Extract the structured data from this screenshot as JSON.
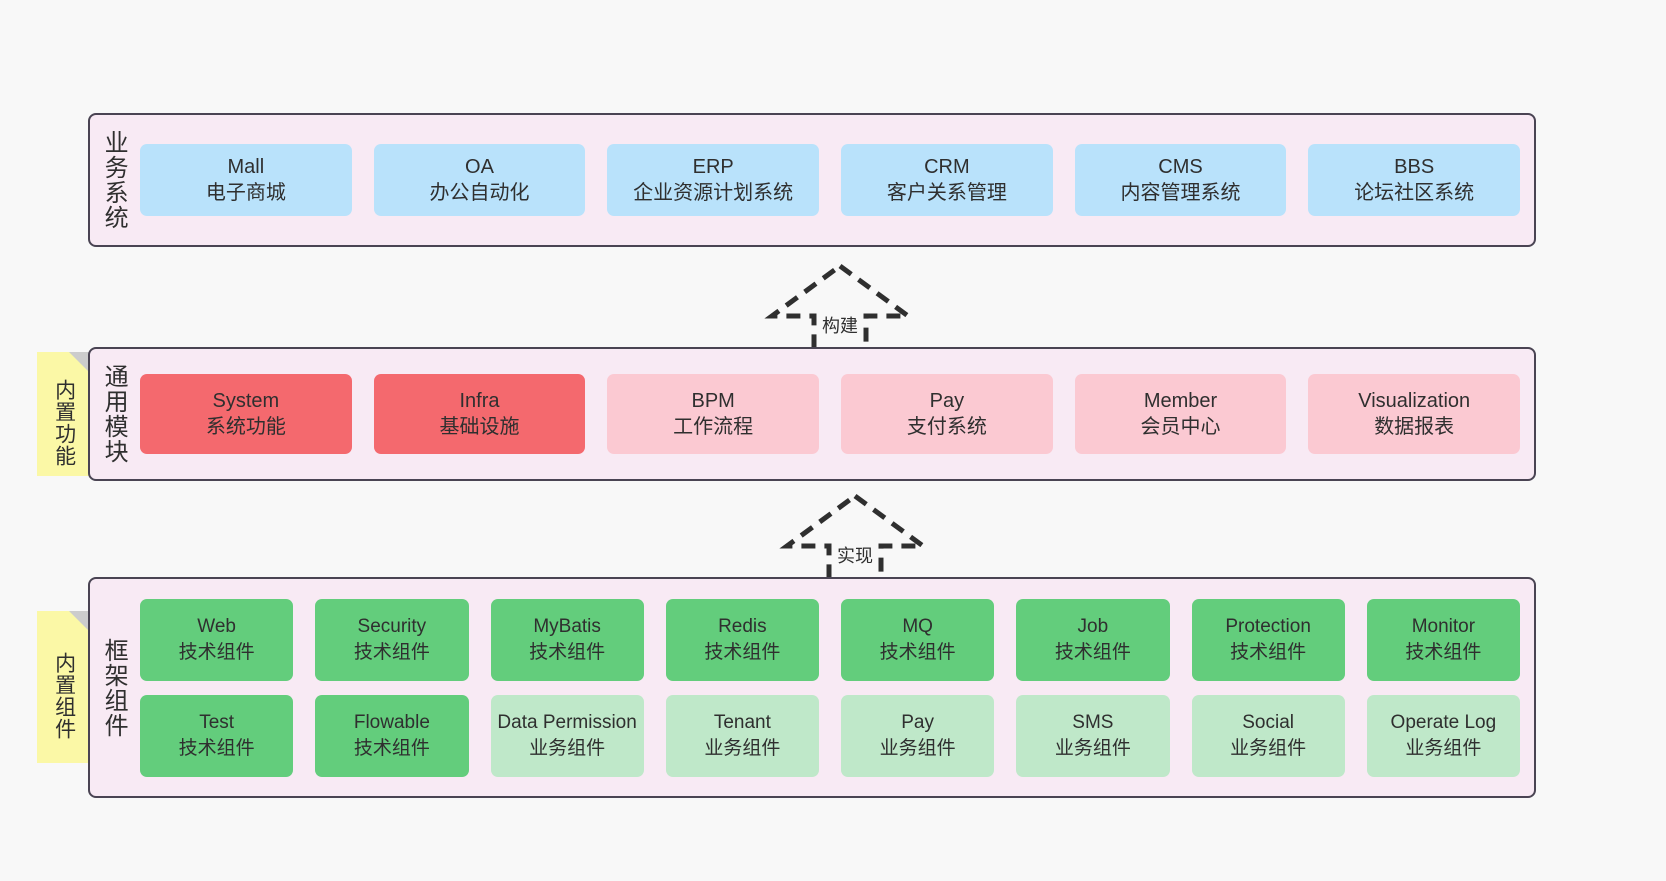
{
  "diagram": {
    "title": "",
    "background_color": "#f8f8f8",
    "panel_background": "#f8eaf4",
    "panel_border": "#4a4453",
    "note_color": "#fbf8a6",
    "colors": {
      "business_card": "#b9e2fb",
      "core_module": "#f4696e",
      "optional_module": "#fbc9d2",
      "tech_component": "#63cd7c",
      "business_component": "#bfe8c9"
    }
  },
  "layers": {
    "business": {
      "title": "业务系统",
      "cards": [
        {
          "name": "Mall",
          "desc": "电子商城"
        },
        {
          "name": "OA",
          "desc": "办公自动化"
        },
        {
          "name": "ERP",
          "desc": "企业资源计划系统"
        },
        {
          "name": "CRM",
          "desc": "客户关系管理"
        },
        {
          "name": "CMS",
          "desc": "内容管理系统"
        },
        {
          "name": "BBS",
          "desc": "论坛社区系统"
        }
      ]
    },
    "common": {
      "title": "通用模块",
      "note": "内置功能",
      "cards": [
        {
          "name": "System",
          "desc": "系统功能",
          "variant": "c-red"
        },
        {
          "name": "Infra",
          "desc": "基础设施",
          "variant": "c-red"
        },
        {
          "name": "BPM",
          "desc": "工作流程",
          "variant": "c-pink"
        },
        {
          "name": "Pay",
          "desc": "支付系统",
          "variant": "c-pink"
        },
        {
          "name": "Member",
          "desc": "会员中心",
          "variant": "c-pink"
        },
        {
          "name": "Visualization",
          "desc": "数据报表",
          "variant": "c-pink"
        }
      ]
    },
    "framework": {
      "title": "框架组件",
      "note": "内置组件",
      "row1": [
        {
          "name": "Web",
          "desc": "技术组件"
        },
        {
          "name": "Security",
          "desc": "技术组件"
        },
        {
          "name": "MyBatis",
          "desc": "技术组件"
        },
        {
          "name": "Redis",
          "desc": "技术组件"
        },
        {
          "name": "MQ",
          "desc": "技术组件"
        },
        {
          "name": "Job",
          "desc": "技术组件"
        },
        {
          "name": "Protection",
          "desc": "技术组件"
        },
        {
          "name": "Monitor",
          "desc": "技术组件"
        }
      ],
      "row2": [
        {
          "name": "Test",
          "desc": "技术组件",
          "variant": "c-green"
        },
        {
          "name": "Flowable",
          "desc": "技术组件",
          "variant": "c-green"
        },
        {
          "name": "Data Permission",
          "desc": "业务组件",
          "variant": "c-lightgreen"
        },
        {
          "name": "Tenant",
          "desc": "业务组件",
          "variant": "c-lightgreen"
        },
        {
          "name": "Pay",
          "desc": "业务组件",
          "variant": "c-lightgreen"
        },
        {
          "name": "SMS",
          "desc": "业务组件",
          "variant": "c-lightgreen"
        },
        {
          "name": "Social",
          "desc": "业务组件",
          "variant": "c-lightgreen"
        },
        {
          "name": "Operate Log",
          "desc": "业务组件",
          "variant": "c-lightgreen"
        }
      ]
    }
  },
  "arrows": [
    {
      "id": "build",
      "label": "构建",
      "style": "dashed-generalization",
      "direction": "up"
    },
    {
      "id": "implement",
      "label": "实现",
      "style": "dashed-generalization",
      "direction": "up"
    }
  ]
}
